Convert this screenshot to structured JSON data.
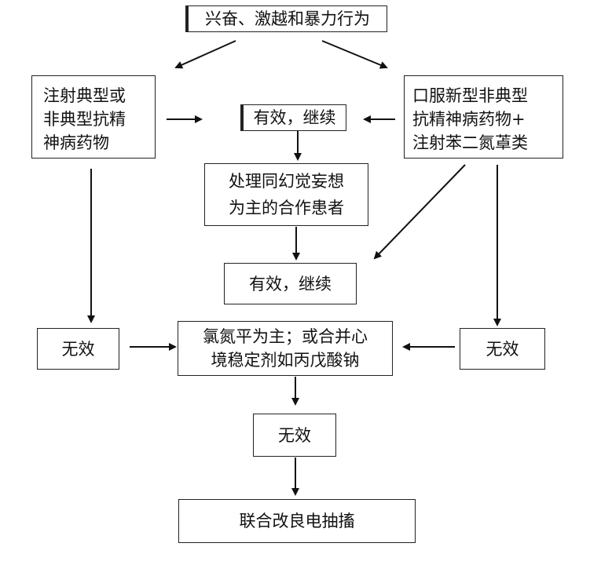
{
  "nodes": {
    "top": "兴奋、激越和暴力行为",
    "left_top": [
      "注射典型或",
      "非典型抗精",
      "神病药物"
    ],
    "effective_1": "有效，继续",
    "right_top": [
      "口服新型非典型",
      "抗精神病药物+",
      "注射苯二氮䓬类"
    ],
    "cooperative": [
      "处理同幻觉妄想",
      "为主的合作患者"
    ],
    "effective_2": "有效，继续",
    "ineffective_left": "无效",
    "chlorpromazine": [
      "氯氮平为主；或合并心",
      "境稳定剂如丙戊酸钠"
    ],
    "ineffective_right": "无效",
    "ineffective_bottom": "无效",
    "ect": "联合改良电抽搐"
  }
}
